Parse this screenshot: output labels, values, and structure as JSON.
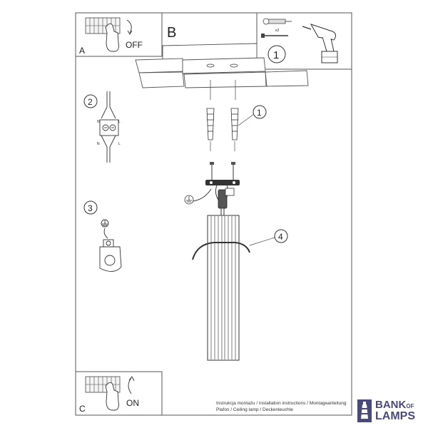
{
  "panel_a": {
    "letter": "A",
    "label": "OFF"
  },
  "panel_b": {
    "letter": "B"
  },
  "panel_c": {
    "letter": "C",
    "label": "ON"
  },
  "step_numbers": {
    "one_tools": "1",
    "one_anchors": "1",
    "two": "2",
    "three": "3",
    "four": "4"
  },
  "tools": {
    "quantity": "x2"
  },
  "terminal": {
    "n_top": "N",
    "l_top": "L",
    "n_bottom": "N",
    "l_bottom": "L"
  },
  "footer": {
    "line1": "Instrukcja montażu / installation instructions / Montageanleitung",
    "line2": "Plafon / Ceiling lamp / Deckenleuchte"
  },
  "logo": {
    "word1": "BANK",
    "word1_suffix": "OF",
    "word2": "LAMPS",
    "color": "#4a4a7a"
  }
}
